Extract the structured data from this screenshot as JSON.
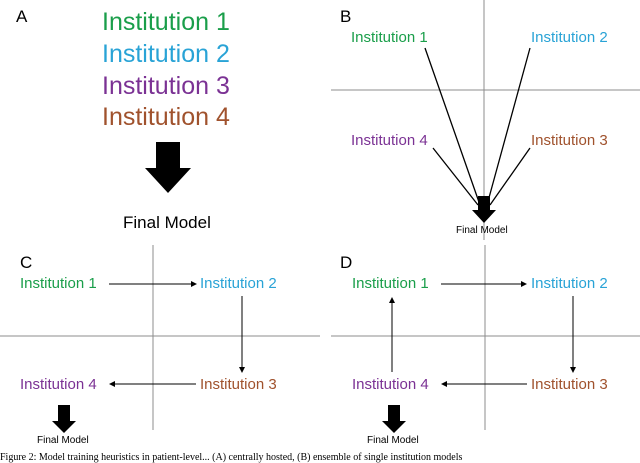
{
  "panels": {
    "A": {
      "label": "A",
      "items": [
        "Institution 1",
        "Institution 2",
        "Institution 3",
        "Institution 4"
      ],
      "final": "Final Model"
    },
    "B": {
      "label": "B",
      "items": [
        "Institution 1",
        "Institution 2",
        "Institution 4",
        "Institution 3"
      ],
      "final": "Final Model"
    },
    "C": {
      "label": "C",
      "items": [
        "Institution 1",
        "Institution 2",
        "Institution 4",
        "Institution 3"
      ],
      "final": "Final Model"
    },
    "D": {
      "label": "D",
      "items": [
        "Institution 1",
        "Institution 2",
        "Institution 4",
        "Institution 3"
      ],
      "final": "Final Model"
    }
  },
  "colors": {
    "inst1": "#1a9e4a",
    "inst2": "#29a3d6",
    "inst3": "#7b3294",
    "inst4": "#a0522d",
    "line": "#7f7f7f",
    "arrow": "#000000"
  },
  "caption": "Figure 2: Model training heuristics in patient-level... (A) centrally hosted, (B) ensemble of single institution models"
}
